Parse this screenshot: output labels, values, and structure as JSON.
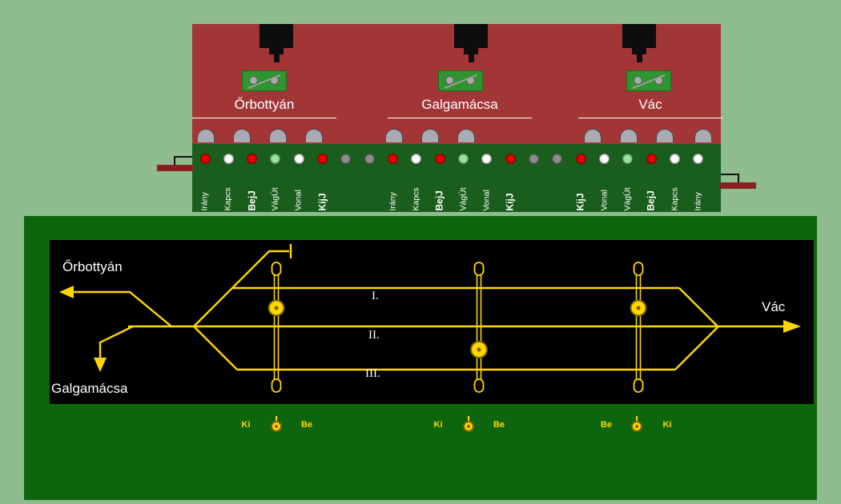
{
  "top_panel": {
    "stations": [
      {
        "name": "Őrbottyán",
        "lights": [
          {
            "label": "Irány",
            "color": "red",
            "bold": false
          },
          {
            "label": "Kapcs",
            "color": "white",
            "bold": false
          },
          {
            "label": "BejJ",
            "color": "red",
            "bold": true
          },
          {
            "label": "VágÚt",
            "color": "green",
            "bold": false
          },
          {
            "label": "Vonal",
            "color": "white",
            "bold": false
          },
          {
            "label": "KijJ",
            "color": "red",
            "bold": true
          }
        ]
      },
      {
        "name": "Galgamácsa",
        "lights": [
          {
            "label": "Irány",
            "color": "red",
            "bold": false
          },
          {
            "label": "Kapcs",
            "color": "white",
            "bold": false
          },
          {
            "label": "BejJ",
            "color": "red",
            "bold": true
          },
          {
            "label": "VágÚt",
            "color": "green",
            "bold": false
          },
          {
            "label": "Vonal",
            "color": "white",
            "bold": false
          },
          {
            "label": "KijJ",
            "color": "red",
            "bold": true
          }
        ]
      },
      {
        "name": "Vác",
        "lights": [
          {
            "label": "KijJ",
            "color": "red",
            "bold": true
          },
          {
            "label": "Vonal",
            "color": "white",
            "bold": false
          },
          {
            "label": "VágÚt",
            "color": "green",
            "bold": false
          },
          {
            "label": "BejJ",
            "color": "red",
            "bold": true
          },
          {
            "label": "Kapcs",
            "color": "white",
            "bold": false
          },
          {
            "label": "Irány",
            "color": "white",
            "bold": false
          }
        ]
      }
    ],
    "spacer_light_color": "gray"
  },
  "diagram": {
    "station_left_top": "Őrbottyán",
    "station_left_bottom": "Galgamácsa",
    "station_right": "Vác",
    "track_labels": [
      "I.",
      "II.",
      "III."
    ],
    "switch_rows": [
      {
        "left_label": "Ki",
        "right_label": "Be"
      },
      {
        "left_label": "Ki",
        "right_label": "Be"
      },
      {
        "left_label": "Be",
        "right_label": "Ki"
      }
    ]
  },
  "colors": {
    "background": "#8fbc8f",
    "panel_red": "#a23535",
    "strip_green": "#1a5e1d",
    "board_green": "#0d660d",
    "diagram_black": "#000000",
    "track_yellow": "#ffd700",
    "light_red": "#e60000",
    "light_white": "#ffffff",
    "light_green": "#98e698",
    "light_gray": "#8d8d8d",
    "label_white": "#ffffff",
    "switch_green": "#2f962f",
    "instrument_black": "#0d0d0d",
    "dome_gray": "#a9aab4",
    "tab_red": "#8b2020"
  }
}
